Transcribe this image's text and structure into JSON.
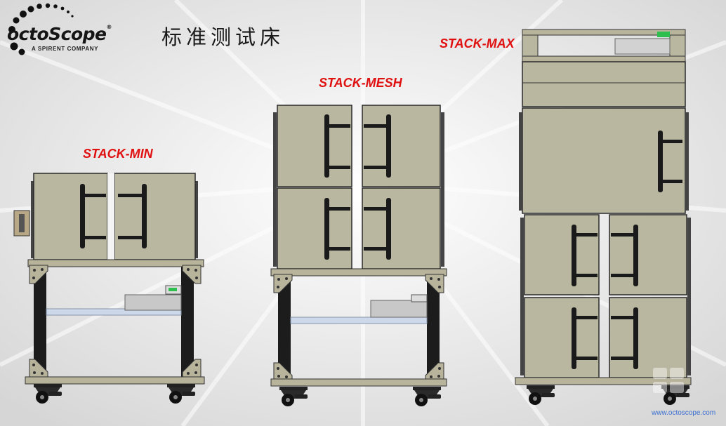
{
  "brand": {
    "name": "octoScope",
    "registered_mark": "®",
    "tagline": "A SPIRENT COMPANY"
  },
  "title": "标准测试床",
  "stacks": [
    {
      "id": "min",
      "label": "STACK-MIN"
    },
    {
      "id": "mesh",
      "label": "STACK-MESH"
    },
    {
      "id": "max",
      "label": "STACK-MAX"
    }
  ],
  "footer": {
    "url": "www.octoscope.com"
  },
  "colors": {
    "chamber": "#b9b79f",
    "frame": "#1c1c1c",
    "label_red": "#e01010",
    "shelf": "#cdd8ea"
  }
}
